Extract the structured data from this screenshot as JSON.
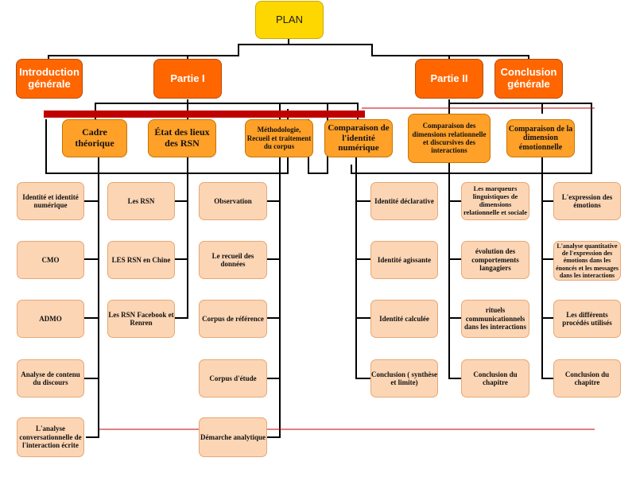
{
  "plan": "PLAN",
  "level1": {
    "intro": "Introduction générale",
    "partie1": "Partie I",
    "partie2": "Partie II",
    "conclusion": "Conclusion générale"
  },
  "level2": {
    "cadre": "Cadre théorique",
    "etat": "État des lieux des RSN",
    "methodo": "Méthodologie, Recueil et traitement du corpus",
    "comparaison_identite": "Comparaison de l'identité numérique",
    "comparaison_dimensions": "Comparaison des dimensions relationnelle et discursives des interactions",
    "comparaison_emotion": "Comparaison de la dimension émotionnelle"
  },
  "columns": {
    "cadre": [
      "Identité et identité numérique",
      "CMO",
      "ADMO",
      "Analyse de contenu du discours",
      "L'analyse conversationnelle de l'interaction écrite"
    ],
    "etat": [
      "Les RSN",
      "LES RSN en Chine",
      "Les RSN Facebook et Renren"
    ],
    "methodo": [
      "Observation",
      "Le recueil des données",
      "Corpus de référence",
      "Corpus d'étude",
      "Démarche analytique"
    ],
    "identite": [
      "Identité déclarative",
      "Identité agissante",
      "Identité calculée",
      "Conclusion ( synthèse et limite)"
    ],
    "dimensions": [
      "Les marqueurs linguistiques de dimensions relationnelle et sociale",
      "évolution des comportements langagiers",
      "rituels communicationnels dans les interactions",
      "Conclusion du chapitre"
    ],
    "emotion": [
      "L'expression des émotions",
      "L'analyse quantitative de l'expression des émotions dans les énoncés et les messages dans les interactions",
      "Les différents procédés utilisés",
      "Conclusion du chapitre"
    ]
  }
}
